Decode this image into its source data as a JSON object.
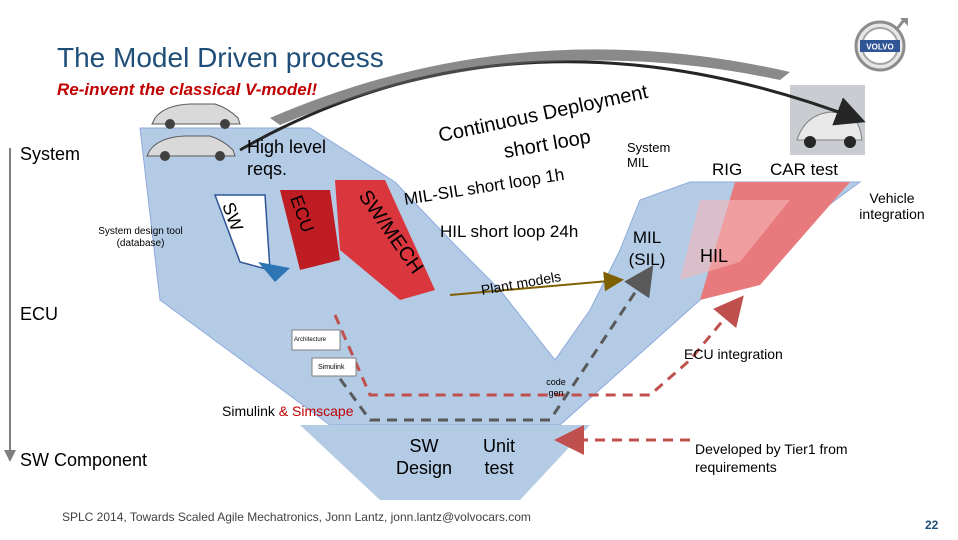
{
  "slide": {
    "title": "The Model Driven process",
    "subtitle": "Re-invent the classical V-model!",
    "page_number": "22",
    "footer": "SPLC 2014, Towards Scaled Agile Mechatronics, Jonn Lantz, jonn.lantz@volvocars.com",
    "logo_text": "VOLVO"
  },
  "levels": {
    "system": "System",
    "ecu": "ECU",
    "sw_component": "SW Component"
  },
  "left_branch": {
    "high_level_reqs": "High level reqs.",
    "system_design_tool": "System design tool (database)",
    "sw": "SW",
    "ecu": "ECU",
    "sw_mech": "SW/MECH",
    "architecture": "Architecture",
    "simulink": "Simulink",
    "simulink_simscape": "Simulink",
    "simscape_amp": "&",
    "simscape": "Simscape"
  },
  "bottom": {
    "sw_design": "SW Design",
    "unit_test": "Unit test",
    "code_gen": "code gen"
  },
  "loops": {
    "continuous_deployment": "Continuous Deployment",
    "short_loop": "short loop",
    "mil_sil_loop": "MIL-SIL short loop 1h",
    "hil_loop": "HIL short loop 24h",
    "plant_models": "Plant models"
  },
  "right_branch": {
    "system_mil": "System MIL",
    "rig": "RIG",
    "car_test": "CAR test",
    "vehicle_integration": "Vehicle integration",
    "mil_sil": "MIL (SIL)",
    "hil": "HIL",
    "ecu_integration": "ECU integration",
    "developed_by_tier1": "Developed by Tier1 from requirements"
  },
  "colors": {
    "title": "#1f4e79",
    "subtitle": "#c00000",
    "v_fill": "#b4cbe6",
    "red_band": "#d9363e",
    "pink_band": "#e8797c",
    "dashed_red": "#c0504d",
    "dashed_grey": "#595959"
  },
  "icons": [
    "car-icon",
    "volvo-logo-icon"
  ]
}
